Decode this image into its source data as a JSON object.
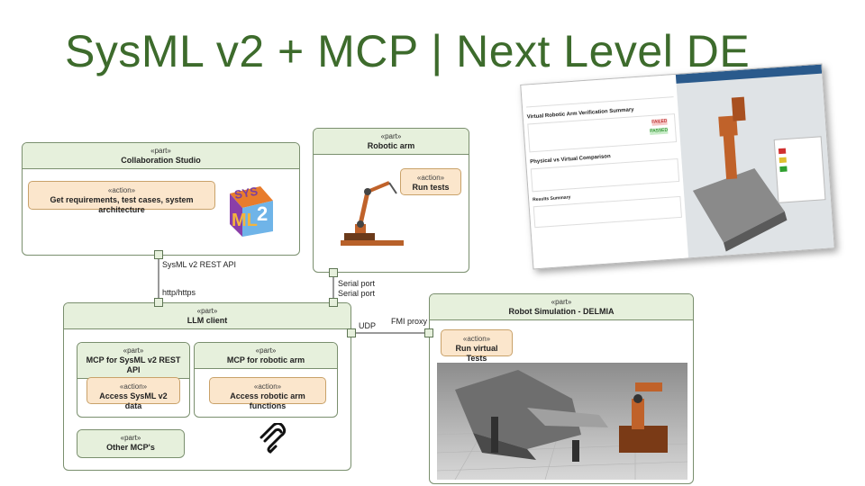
{
  "title": "SysML v2 + MCP | Next Level DE",
  "stereotypes": {
    "part": "«part»",
    "action": "«action»"
  },
  "parts": {
    "collab": {
      "name": "Collaboration Studio",
      "action": "Get requirements, test cases, system architecture"
    },
    "robot_arm": {
      "name": "Robotic arm",
      "action": "Run tests"
    },
    "llm_client": {
      "name": "LLM client"
    },
    "mcp_sysml": {
      "name": "MCP for SysML v2 REST API",
      "action": "Access SysML v2 data"
    },
    "mcp_robot": {
      "name": "MCP for robotic arm",
      "action": "Access robotic arm functions"
    },
    "other_mcp": {
      "name": "Other MCP's"
    },
    "delmia": {
      "name": "Robot Simulation - DELMIA",
      "action": "Run virtual Tests"
    }
  },
  "connectors": {
    "rest_api": "SysML v2 REST API",
    "http": "http/https",
    "serial_top": "Serial port",
    "serial_bottom": "Serial port",
    "udp": "UDP",
    "fmi": "FMI proxy"
  },
  "logo": {
    "letters": "SysML 2"
  },
  "screenshot": {
    "heading1": "Virtual Robotic Arm Verification Summary",
    "heading2": "Physical vs Virtual Comparison",
    "heading3": "Results Summary",
    "status_passed": "PASSED",
    "status_failed": "FAILED"
  },
  "colors": {
    "title": "#3d6b2c",
    "part_header": "#e6f0dc",
    "action_fill": "#fbe6cc",
    "robot_copper": "#c0622a"
  }
}
